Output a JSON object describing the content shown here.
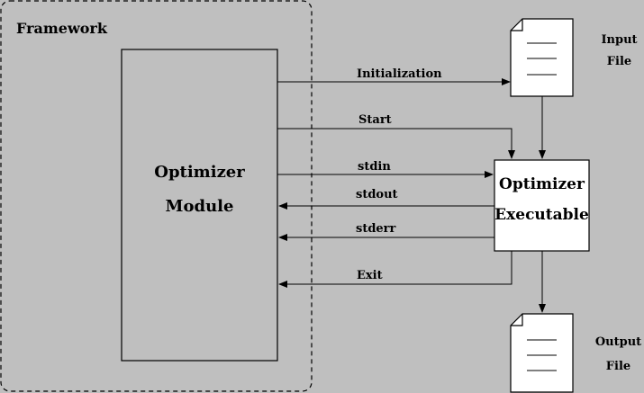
{
  "framework": {
    "label": "Framework"
  },
  "module": {
    "line1": "Optimizer",
    "line2": "Module"
  },
  "executable": {
    "line1": "Optimizer",
    "line2": "Executable"
  },
  "input_file": {
    "line1": "Input",
    "line2": "File"
  },
  "output_file": {
    "line1": "Output",
    "line2": "File"
  },
  "flows": {
    "initialization": "Initialization",
    "start": "Start",
    "stdin": "stdin",
    "stdout": "stdout",
    "stderr": "stderr",
    "exit": "Exit"
  },
  "colors": {
    "background": "#bfbfbf",
    "executable_fill": "#ffffff",
    "file_fill": "#ffffff",
    "stroke": "#000000"
  }
}
